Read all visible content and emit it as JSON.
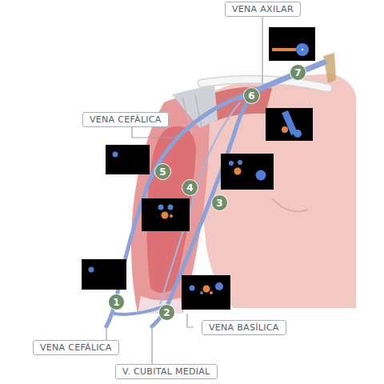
{
  "diagram": {
    "nodes": [
      {
        "text": [
          "VENA AXILAR"
        ]
      },
      {
        "text": [
          "7"
        ]
      },
      {
        "text": [
          "6"
        ]
      },
      {
        "text": [
          "VENA CEFÁLICA"
        ]
      },
      {
        "text": [
          "5"
        ]
      },
      {
        "text": [
          "4"
        ]
      },
      {
        "text": [
          "3"
        ]
      },
      {
        "text": [
          "1"
        ]
      },
      {
        "text": [
          "2"
        ]
      },
      {
        "text": [
          "VENA BASÍLICA"
        ]
      },
      {
        "text": [
          "VENA CEFÁLICA"
        ]
      },
      {
        "text": [
          "V. CUBITAL MEDIAL"
        ]
      }
    ]
  }
}
